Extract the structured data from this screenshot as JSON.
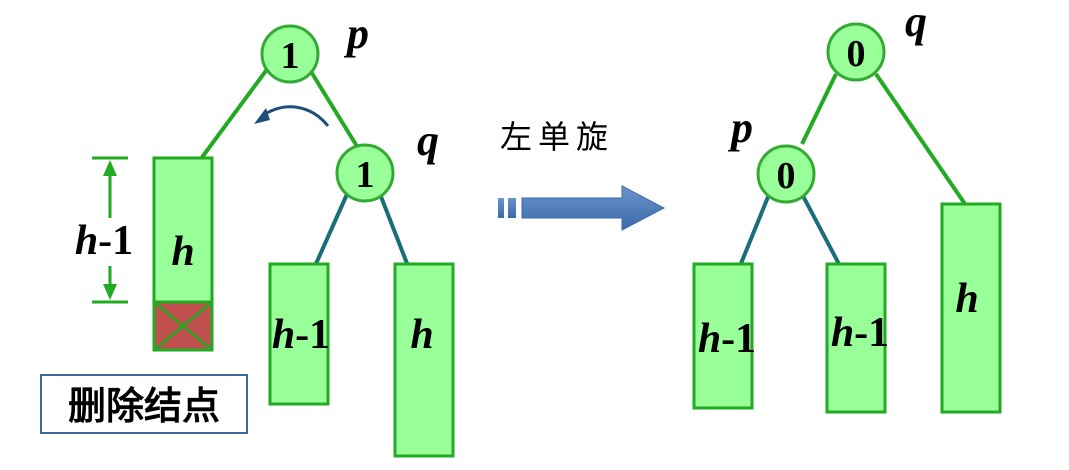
{
  "before": {
    "root": {
      "value": "1",
      "name": "p"
    },
    "child": {
      "value": "1",
      "name": "q"
    },
    "left_subtree": {
      "label": "h"
    },
    "height_marker": {
      "label": "h",
      "suffix": "-1"
    },
    "q_left": {
      "label": "h",
      "suffix": "-1"
    },
    "q_right": {
      "label": "h"
    }
  },
  "operation": {
    "label": "左单旋"
  },
  "caption": {
    "label": "删除结点"
  },
  "after": {
    "root": {
      "value": "0",
      "name": "q"
    },
    "child": {
      "value": "0",
      "name": "p"
    },
    "p_left": {
      "label": "h",
      "suffix": "-1"
    },
    "p_right": {
      "label": "h",
      "suffix": "-1"
    },
    "q_right": {
      "label": "h"
    }
  },
  "colors": {
    "node_fill": "#99ff99",
    "edge_green": "#22aa22",
    "edge_teal": "#1a6e7a",
    "deleted_fill": "#c0504d",
    "arrow_blue": "#4a7ebb"
  }
}
